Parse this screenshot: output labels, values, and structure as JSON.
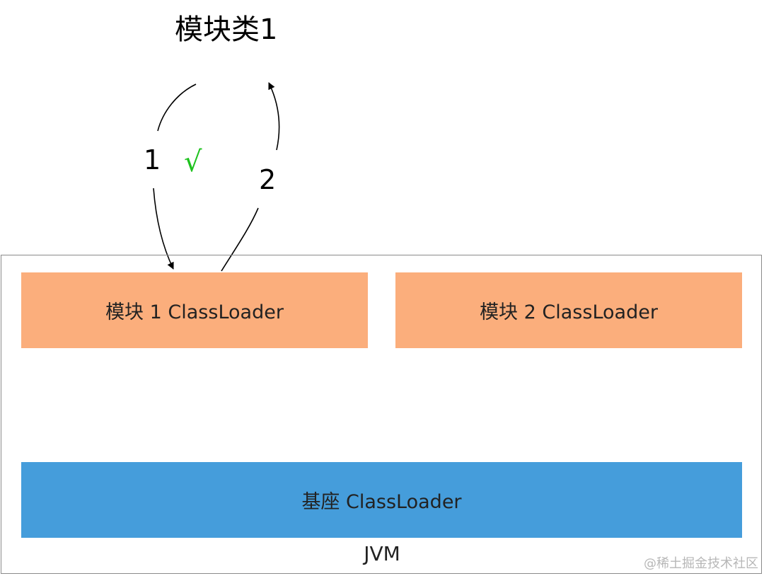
{
  "title": "模块类1",
  "edges": {
    "label_1": "1",
    "label_2": "2",
    "checkmark": "√"
  },
  "jvm": {
    "label": "JVM",
    "module_box_1": "模块 1 ClassLoader",
    "module_box_2": "模块 2 ClassLoader",
    "base_box": "基座 ClassLoader"
  },
  "watermark": "@稀土掘金技术社区",
  "colors": {
    "module_box": "#fbae7c",
    "base_box": "#459ddb",
    "checkmark": "#1ec21e",
    "frame_border": "#8a8a8a"
  }
}
